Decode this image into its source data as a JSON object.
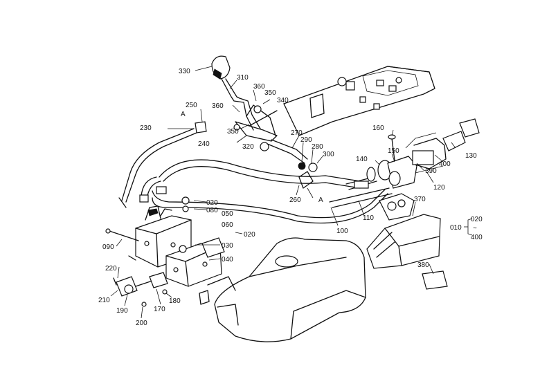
{
  "labels": {
    "p330": "330",
    "p310": "310",
    "p360a": "360",
    "p350a": "350",
    "p340": "340",
    "p360b": "360",
    "p350b": "350",
    "p320": "320",
    "p250": "250",
    "pA1": "A",
    "p230": "230",
    "p240": "240",
    "p270": "270",
    "p290": "290",
    "p280": "280",
    "p300": "300",
    "p260": "260",
    "pA2": "A",
    "p160": "160",
    "p150": "150",
    "p140": "140",
    "p390": "390",
    "p400a": "400",
    "p130": "130",
    "p120": "120",
    "p370": "370",
    "p100": "100",
    "p110": "110",
    "p020a": "020",
    "p080": "080",
    "p050": "050",
    "p060": "060",
    "p020b": "020",
    "p030": "030",
    "p040": "040",
    "p090": "090",
    "p220": "220",
    "p210": "210",
    "p190": "190",
    "p200": "200",
    "p170": "170",
    "p180": "180",
    "p380": "380",
    "p010": "010",
    "p020c": "020",
    "ptilde": "~",
    "p400b": "400"
  }
}
